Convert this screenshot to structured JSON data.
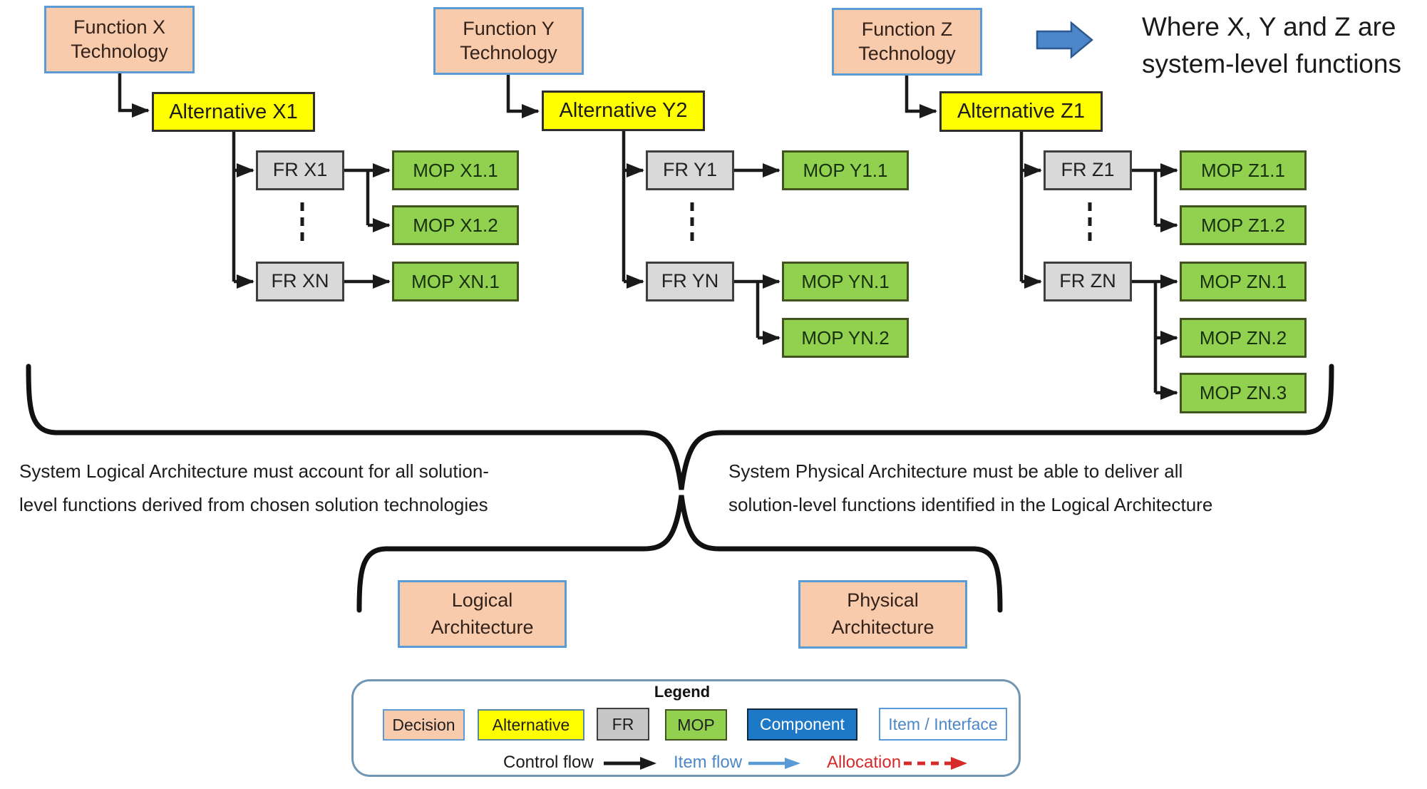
{
  "columns": [
    {
      "function": {
        "line1": "Function X",
        "line2": "Technology"
      },
      "alternative": "Alternative X1",
      "fr_top": "FR X1",
      "fr_bottom": "FR XN",
      "mops_top": [
        "MOP X1.1",
        "MOP X1.2"
      ],
      "mops_bottom": [
        "MOP XN.1"
      ]
    },
    {
      "function": {
        "line1": "Function Y",
        "line2": "Technology"
      },
      "alternative": "Alternative Y2",
      "fr_top": "FR Y1",
      "fr_bottom": "FR YN",
      "mops_top": [
        "MOP Y1.1"
      ],
      "mops_bottom": [
        "MOP YN.1",
        "MOP YN.2"
      ]
    },
    {
      "function": {
        "line1": "Function Z",
        "line2": "Technology"
      },
      "alternative": "Alternative Z1",
      "fr_top": "FR Z1",
      "fr_bottom": "FR ZN",
      "mops_top": [
        "MOP Z1.1",
        "MOP Z1.2"
      ],
      "mops_bottom": [
        "MOP ZN.1",
        "MOP ZN.2",
        "MOP ZN.3"
      ]
    }
  ],
  "annotation": {
    "line1": "Where X, Y and Z are",
    "line2": "system-level functions"
  },
  "notes": {
    "left": {
      "line1": "System Logical Architecture must account for all solution-",
      "line2": "level functions derived from chosen solution technologies"
    },
    "right": {
      "line1": "System Physical Architecture must be able to deliver all",
      "line2": "solution-level functions identified in the Logical Architecture"
    }
  },
  "architectures": {
    "logical": {
      "line1": "Logical",
      "line2": "Architecture"
    },
    "physical": {
      "line1": "Physical",
      "line2": "Architecture"
    }
  },
  "legend": {
    "title": "Legend",
    "items": [
      {
        "label": "Decision",
        "kind": "decision"
      },
      {
        "label": "Alternative",
        "kind": "alternative"
      },
      {
        "label": "FR",
        "kind": "fr"
      },
      {
        "label": "MOP",
        "kind": "mop"
      },
      {
        "label": "Component",
        "kind": "component"
      },
      {
        "label": "Item / Interface",
        "kind": "item-interface"
      }
    ],
    "flows": [
      {
        "label": "Control flow",
        "kind": "control-flow"
      },
      {
        "label": "Item flow",
        "kind": "item-flow"
      },
      {
        "label": "Allocation",
        "kind": "allocation"
      }
    ]
  },
  "colors": {
    "decision_peach": "#F8CBAD",
    "alternative_yellow": "#FFFF00",
    "fr_gray": "#D9D9D9",
    "mop_green": "#92D050",
    "component_blue": "#1E78C8",
    "item_interface_blue": "#4D87C7",
    "allocation_red": "#D62A2A",
    "block_arrow_blue": "#4A86C8",
    "peach_border_blue": "#5B9BD5",
    "line_black": "#1a1a1a"
  }
}
